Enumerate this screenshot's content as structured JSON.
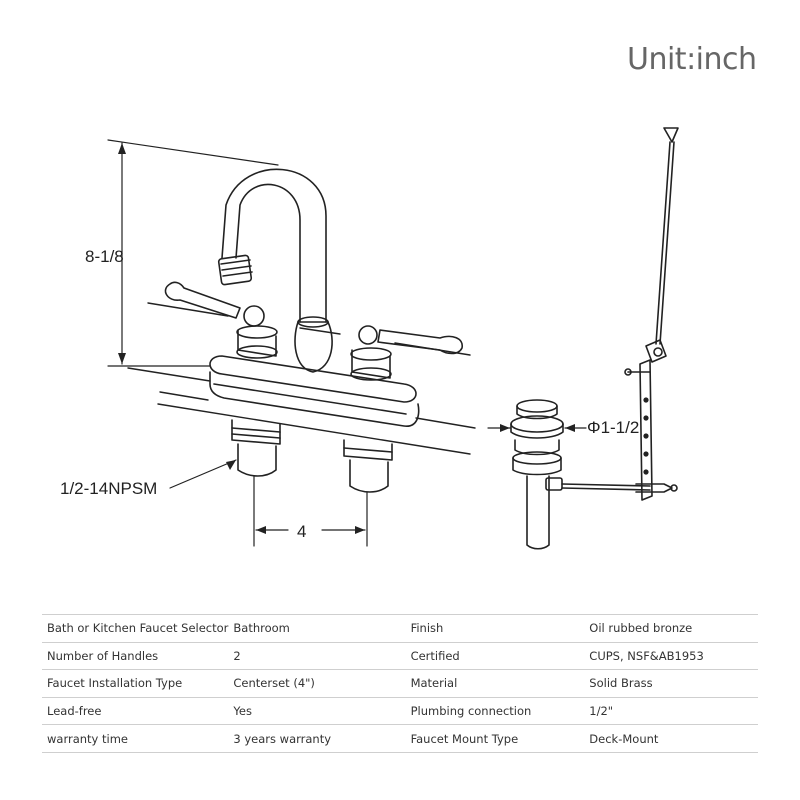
{
  "unit_label": "Unit:inch",
  "dimensions": {
    "height": "8-1/8",
    "thread": "1/2-14NPSM",
    "spacing": "4",
    "drain_diameter": "Φ1-1/2"
  },
  "specs": [
    [
      "Bath or Kitchen Faucet Selector",
      "Bathroom",
      "Finish",
      "Oil rubbed bronze"
    ],
    [
      "Number of Handles",
      "2",
      "Certified",
      "CUPS, NSF&AB1953"
    ],
    [
      "Faucet Installation Type",
      "Centerset (4\")",
      "Material",
      "Solid Brass"
    ],
    [
      "Lead-free",
      "Yes",
      "Plumbing connection",
      "1/2\""
    ],
    [
      "warranty time",
      "3 years warranty",
      "Faucet Mount Type",
      "Deck-Mount"
    ]
  ]
}
